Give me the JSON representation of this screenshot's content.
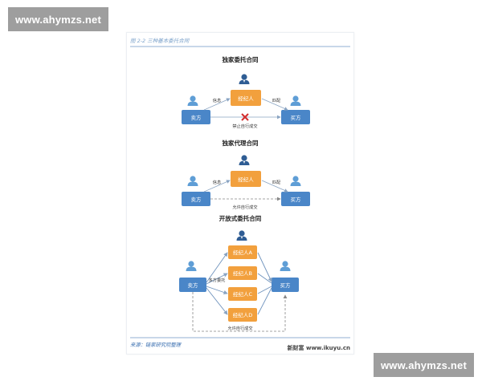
{
  "watermark": {
    "text": "www.ahymzs.net"
  },
  "figure": {
    "caption": "图 2-2  三种基本委托合同",
    "source": "来源：链家研究院整理",
    "brand": "新财富 www.ikuyu.cn"
  },
  "sections": [
    {
      "title": "独家委托合同",
      "seller": "卖方",
      "buyer": "买方",
      "broker": "经纪人",
      "left_label": "信息",
      "right_label": "匹配",
      "bottom_label": "禁止自行成交"
    },
    {
      "title": "独家代理合同",
      "seller": "卖方",
      "buyer": "买方",
      "broker": "经纪人",
      "left_label": "信息",
      "right_label": "匹配",
      "bottom_label": "允许自行成交"
    },
    {
      "title": "开放式委托合同",
      "seller": "卖方",
      "buyer": "买方",
      "brokers": [
        "经纪人A",
        "经纪人B",
        "经纪人C",
        "经纪人D"
      ],
      "middle_label": "多方委托",
      "bottom_label": "允许自行成交"
    }
  ],
  "colors": {
    "blue": "#4a86c8",
    "orange": "#f2a03d",
    "red": "#d32f2f",
    "person": "#2f5d94"
  }
}
